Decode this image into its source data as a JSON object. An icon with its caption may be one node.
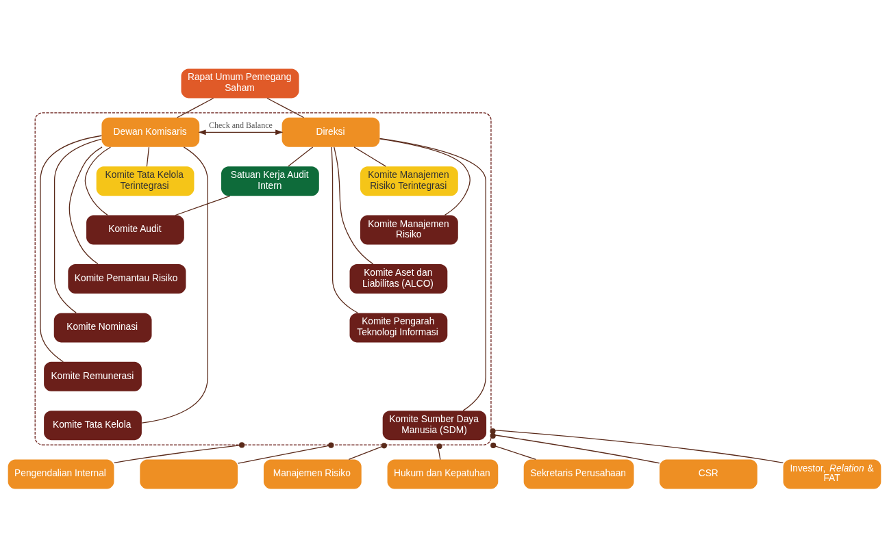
{
  "diagram": {
    "nodes": [
      {
        "text": [
          "Rapat Umum Pemegang Saham"
        ]
      },
      {
        "text": [],
        "shape": "box"
      },
      {
        "text": [
          "Dewan Komisaris"
        ],
        "in": 1
      },
      {
        "text": [
          "Direksi"
        ],
        "in": 1
      },
      {
        "text": [
          "Komite Tata Kelola Terintegrasi"
        ],
        "in": 1
      },
      {
        "text": [
          "Komite Manajemen Risiko Terintegrasi"
        ],
        "in": 1
      },
      {
        "text": [
          "Satuan Kerja Audit Intern"
        ],
        "in": 1
      },
      {
        "text": [
          "Komite Audit"
        ],
        "in": 1
      },
      {
        "text": [
          "Komite Pemantau Risiko"
        ],
        "in": 1
      },
      {
        "text": [
          "Komite Nominasi"
        ],
        "in": 1
      },
      {
        "text": [
          "Komite Remunerasi"
        ],
        "in": 1
      },
      {
        "text": [
          "Komite Tata Kelola"
        ],
        "in": 1
      },
      {
        "text": [
          "Komite Manajemen Risiko"
        ],
        "in": 1
      },
      {
        "text": [
          "Komite Aset dan Liabilitas (ALCO)"
        ],
        "in": 1
      },
      {
        "text": [
          "Komite Pengarah Teknologi Informasi"
        ],
        "in": 1
      },
      {
        "text": [
          "Komite Sumber Daya Manusia (SDM)"
        ],
        "in": 1
      },
      {
        "text": [
          "Pengendalian Internal"
        ]
      },
      {
        "text": [],
        "shape": "box"
      },
      {
        "text": [
          "Manajemen Risiko"
        ]
      },
      {
        "text": [
          "Hukum dan Kepatuhan"
        ]
      },
      {
        "text": [
          "Sekretaris Perusahaan"
        ]
      },
      {
        "text": [
          "CSR"
        ]
      },
      {
        "text": [
          "Investor, *Relation* & FAT"
        ]
      }
    ],
    "edges": [
      {
        "from": 0,
        "to": 2,
        "arrow": "none"
      },
      {
        "from": 0,
        "to": 3,
        "arrow": "none"
      },
      {
        "from": 2,
        "to": 3,
        "arrow": "both",
        "label": "Check and Balance"
      },
      {
        "from": 2,
        "to": 4,
        "arrow": "none"
      },
      {
        "from": 3,
        "to": 5,
        "arrow": "none"
      },
      {
        "from": 3,
        "to": 6,
        "arrow": "none"
      },
      {
        "from": 6,
        "to": 7,
        "arrow": "none"
      },
      {
        "from": 2,
        "to": 7,
        "arrow": "none"
      },
      {
        "from": 2,
        "to": 8,
        "arrow": "none"
      },
      {
        "from": 2,
        "to": 9,
        "arrow": "none"
      },
      {
        "from": 2,
        "to": 10,
        "arrow": "none"
      },
      {
        "from": 2,
        "to": 11,
        "arrow": "none"
      },
      {
        "from": 3,
        "to": 12,
        "arrow": "none"
      },
      {
        "from": 3,
        "to": 13,
        "arrow": "none"
      },
      {
        "from": 3,
        "to": 14,
        "arrow": "none"
      },
      {
        "from": 3,
        "to": 15,
        "arrow": "none"
      },
      {
        "from": 1,
        "to": 16,
        "arrow": "other"
      },
      {
        "from": 1,
        "to": 17,
        "arrow": "other"
      },
      {
        "from": 1,
        "to": 18,
        "arrow": "other"
      },
      {
        "from": 1,
        "to": 19,
        "arrow": "other"
      },
      {
        "from": 1,
        "to": 20,
        "arrow": "other"
      },
      {
        "from": 1,
        "to": 21,
        "arrow": "other"
      },
      {
        "from": 1,
        "to": 22,
        "arrow": "other"
      }
    ]
  }
}
